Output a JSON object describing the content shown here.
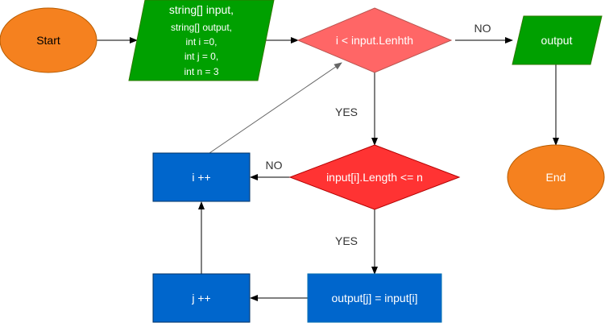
{
  "nodes": {
    "start": {
      "text": "Start",
      "fill": "#f5811f",
      "stroke": "#b85c00"
    },
    "init": {
      "lines": [
        "string[] input,",
        "string[] output,",
        "int i =0,",
        "int j = 0,",
        "int n = 3"
      ],
      "fill": "#00a000",
      "stroke": "#2d7a00",
      "text_color": "#ffffff"
    },
    "cond_outer": {
      "text": "i < input.Lenhth",
      "fill": "#ff6666",
      "stroke": "#b85450",
      "text_color": "#ffffff"
    },
    "output": {
      "text": "output",
      "fill": "#00a000",
      "stroke": "#2d7a00",
      "text_color": "#ffffff"
    },
    "end": {
      "text": "End",
      "fill": "#f5811f",
      "stroke": "#b85c00"
    },
    "cond_inner": {
      "text": "input[i].Length <= n",
      "fill": "#ff3333",
      "stroke": "#b20000",
      "text_color": "#ffffff"
    },
    "inc_i": {
      "text": "i ++",
      "fill": "#0066cc",
      "stroke": "#003366",
      "text_color": "#ffffff"
    },
    "assign": {
      "text": "output[j] = input[i]",
      "fill": "#0066cc",
      "stroke": "#006eaf",
      "text_color": "#ffffff"
    },
    "inc_j": {
      "text": "j ++",
      "fill": "#0066cc",
      "stroke": "#003366",
      "text_color": "#ffffff"
    }
  },
  "edge_labels": {
    "outer_no": "NO",
    "outer_yes": "YES",
    "inner_no": "NO",
    "inner_yes": "YES"
  },
  "colors": {
    "edge": "#000000",
    "edge_gray": "#666666",
    "label": "#333333"
  }
}
